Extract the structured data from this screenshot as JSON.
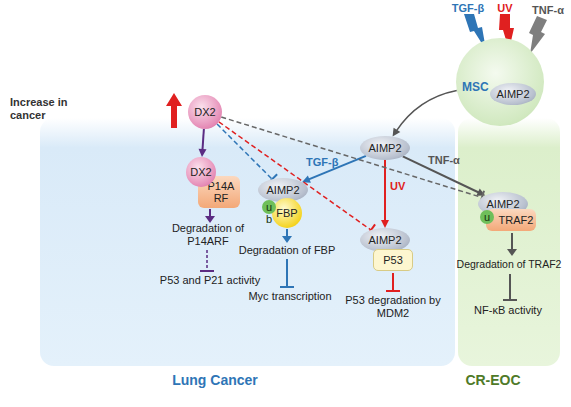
{
  "diagram": {
    "nodes": [
      {
        "text": [
          "Lung Cancer"
        ]
      },
      {
        "text": [
          "CR-EOC"
        ]
      },
      {
        "text": [
          "MSC"
        ]
      },
      {
        "text": [
          "AIMP2"
        ],
        "in": 2
      },
      {
        "text": [
          "DX2"
        ]
      },
      {
        "text": [
          "AIMP2"
        ],
        "in": 0
      },
      {
        "text": [
          "DX2"
        ],
        "in": 0
      },
      {
        "text": [
          "P14A RF"
        ],
        "in": 0
      },
      {
        "text": [
          "AIMP2"
        ],
        "in": 0
      },
      {
        "text": [
          "FBP"
        ],
        "in": 0
      },
      {
        "text": [
          "u b"
        ],
        "in": 0
      },
      {
        "text": [
          "AIMP2"
        ],
        "in": 0
      },
      {
        "text": [
          "P53"
        ],
        "in": 0
      },
      {
        "text": [
          "AIMP2"
        ],
        "in": 1
      },
      {
        "text": [
          "TRAF2"
        ],
        "in": 1
      },
      {
        "text": [
          "u"
        ],
        "in": 1
      }
    ],
    "edges": [
      {
        "from": 2,
        "to": 5,
        "arrow": "to"
      },
      {
        "from": 4,
        "to": 6,
        "arrow": "to"
      },
      {
        "from": 5,
        "to": 8,
        "label": "TGF-β",
        "arrow": "to"
      },
      {
        "from": 5,
        "to": 11,
        "label": "UV",
        "arrow": "to"
      },
      {
        "from": 5,
        "to": 13,
        "label": "TNF-α",
        "arrow": "to"
      },
      {
        "from": 4,
        "to": 8,
        "arrow": "to"
      },
      {
        "from": 4,
        "to": 11,
        "arrow": "to"
      },
      {
        "from": 4,
        "to": 13,
        "arrow": "to"
      }
    ],
    "labels": [
      "TGF-β",
      "UV",
      "TNF-α",
      "Increase in cancer",
      "Degradation of P14ARF",
      "P53 and P21 activity",
      "Degradation of FBP",
      "Myc transcription",
      "P53 degradation by MDM2",
      "Degradation of TRAF2",
      "NF-κB activity"
    ]
  }
}
